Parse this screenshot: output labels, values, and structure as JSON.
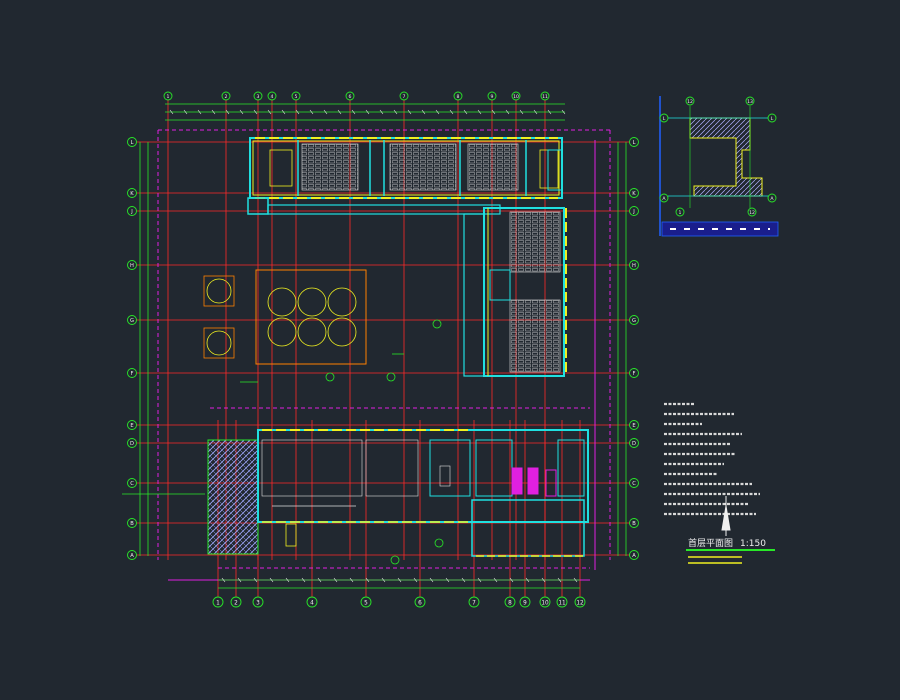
{
  "colors": {
    "background": "#212830",
    "axis_line": "#ff2828",
    "dimension_line": "#28e828",
    "boundary_line": "#e020e0",
    "wall": "#20e0e0",
    "window": "#f0f020",
    "text": "#f0f0f0",
    "hatch": "#a0a8ff",
    "inset_frame": "#2060ff"
  },
  "grid": {
    "top_axes": [
      "1",
      "2",
      "3",
      "4",
      "5",
      "6",
      "7",
      "8",
      "9",
      "10",
      "11"
    ],
    "bottom_axes": [
      "1",
      "2",
      "3",
      "4",
      "5",
      "6",
      "7",
      "8",
      "9",
      "10",
      "11",
      "12"
    ],
    "side_axes": [
      "L",
      "K",
      "J",
      "H",
      "G",
      "F",
      "E",
      "D",
      "C",
      "B",
      "A"
    ]
  },
  "inset": {
    "axis_labels": [
      "12",
      "13",
      "L",
      "L",
      "A",
      "A",
      "1",
      "12"
    ]
  },
  "plan": {
    "title": "首层平面图",
    "scale": "1:150"
  }
}
